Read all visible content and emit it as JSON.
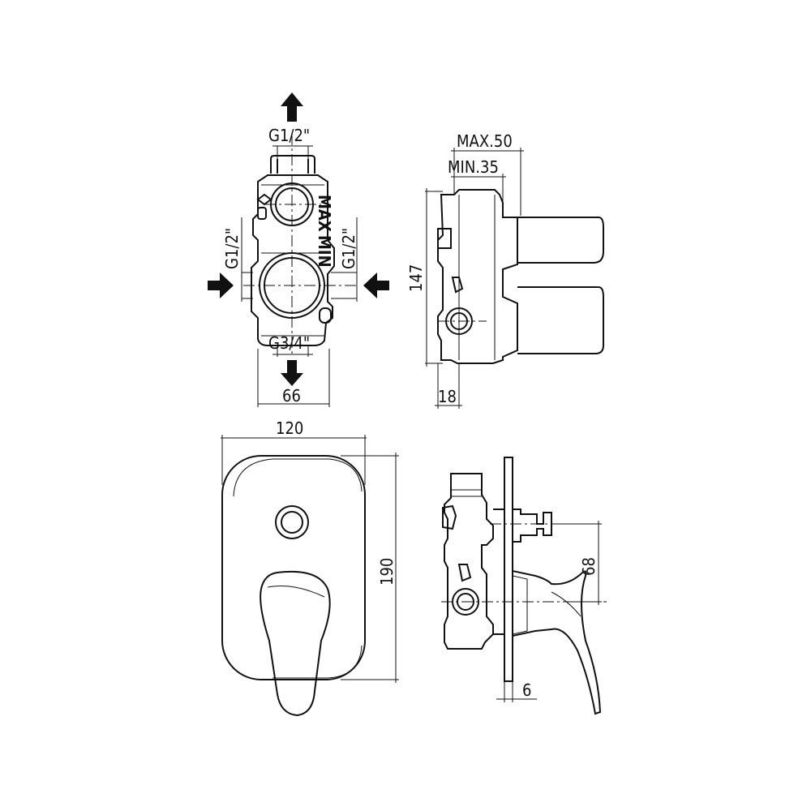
{
  "dimensions": {
    "top_outlet": "G1/2\"",
    "left_inlet": "G1/2\"",
    "right_inlet": "G1/2\"",
    "bottom_outlet": "G3/4\"",
    "body_width": "66",
    "max_depth": "MAX.50",
    "min_depth": "MIN.35",
    "body_height": "147",
    "side_offset": "18",
    "plate_width": "120",
    "plate_height": "190",
    "lever_offset": "68",
    "plate_thickness": "6"
  },
  "body_marks": {
    "max": "MAX",
    "min": "MIN"
  }
}
